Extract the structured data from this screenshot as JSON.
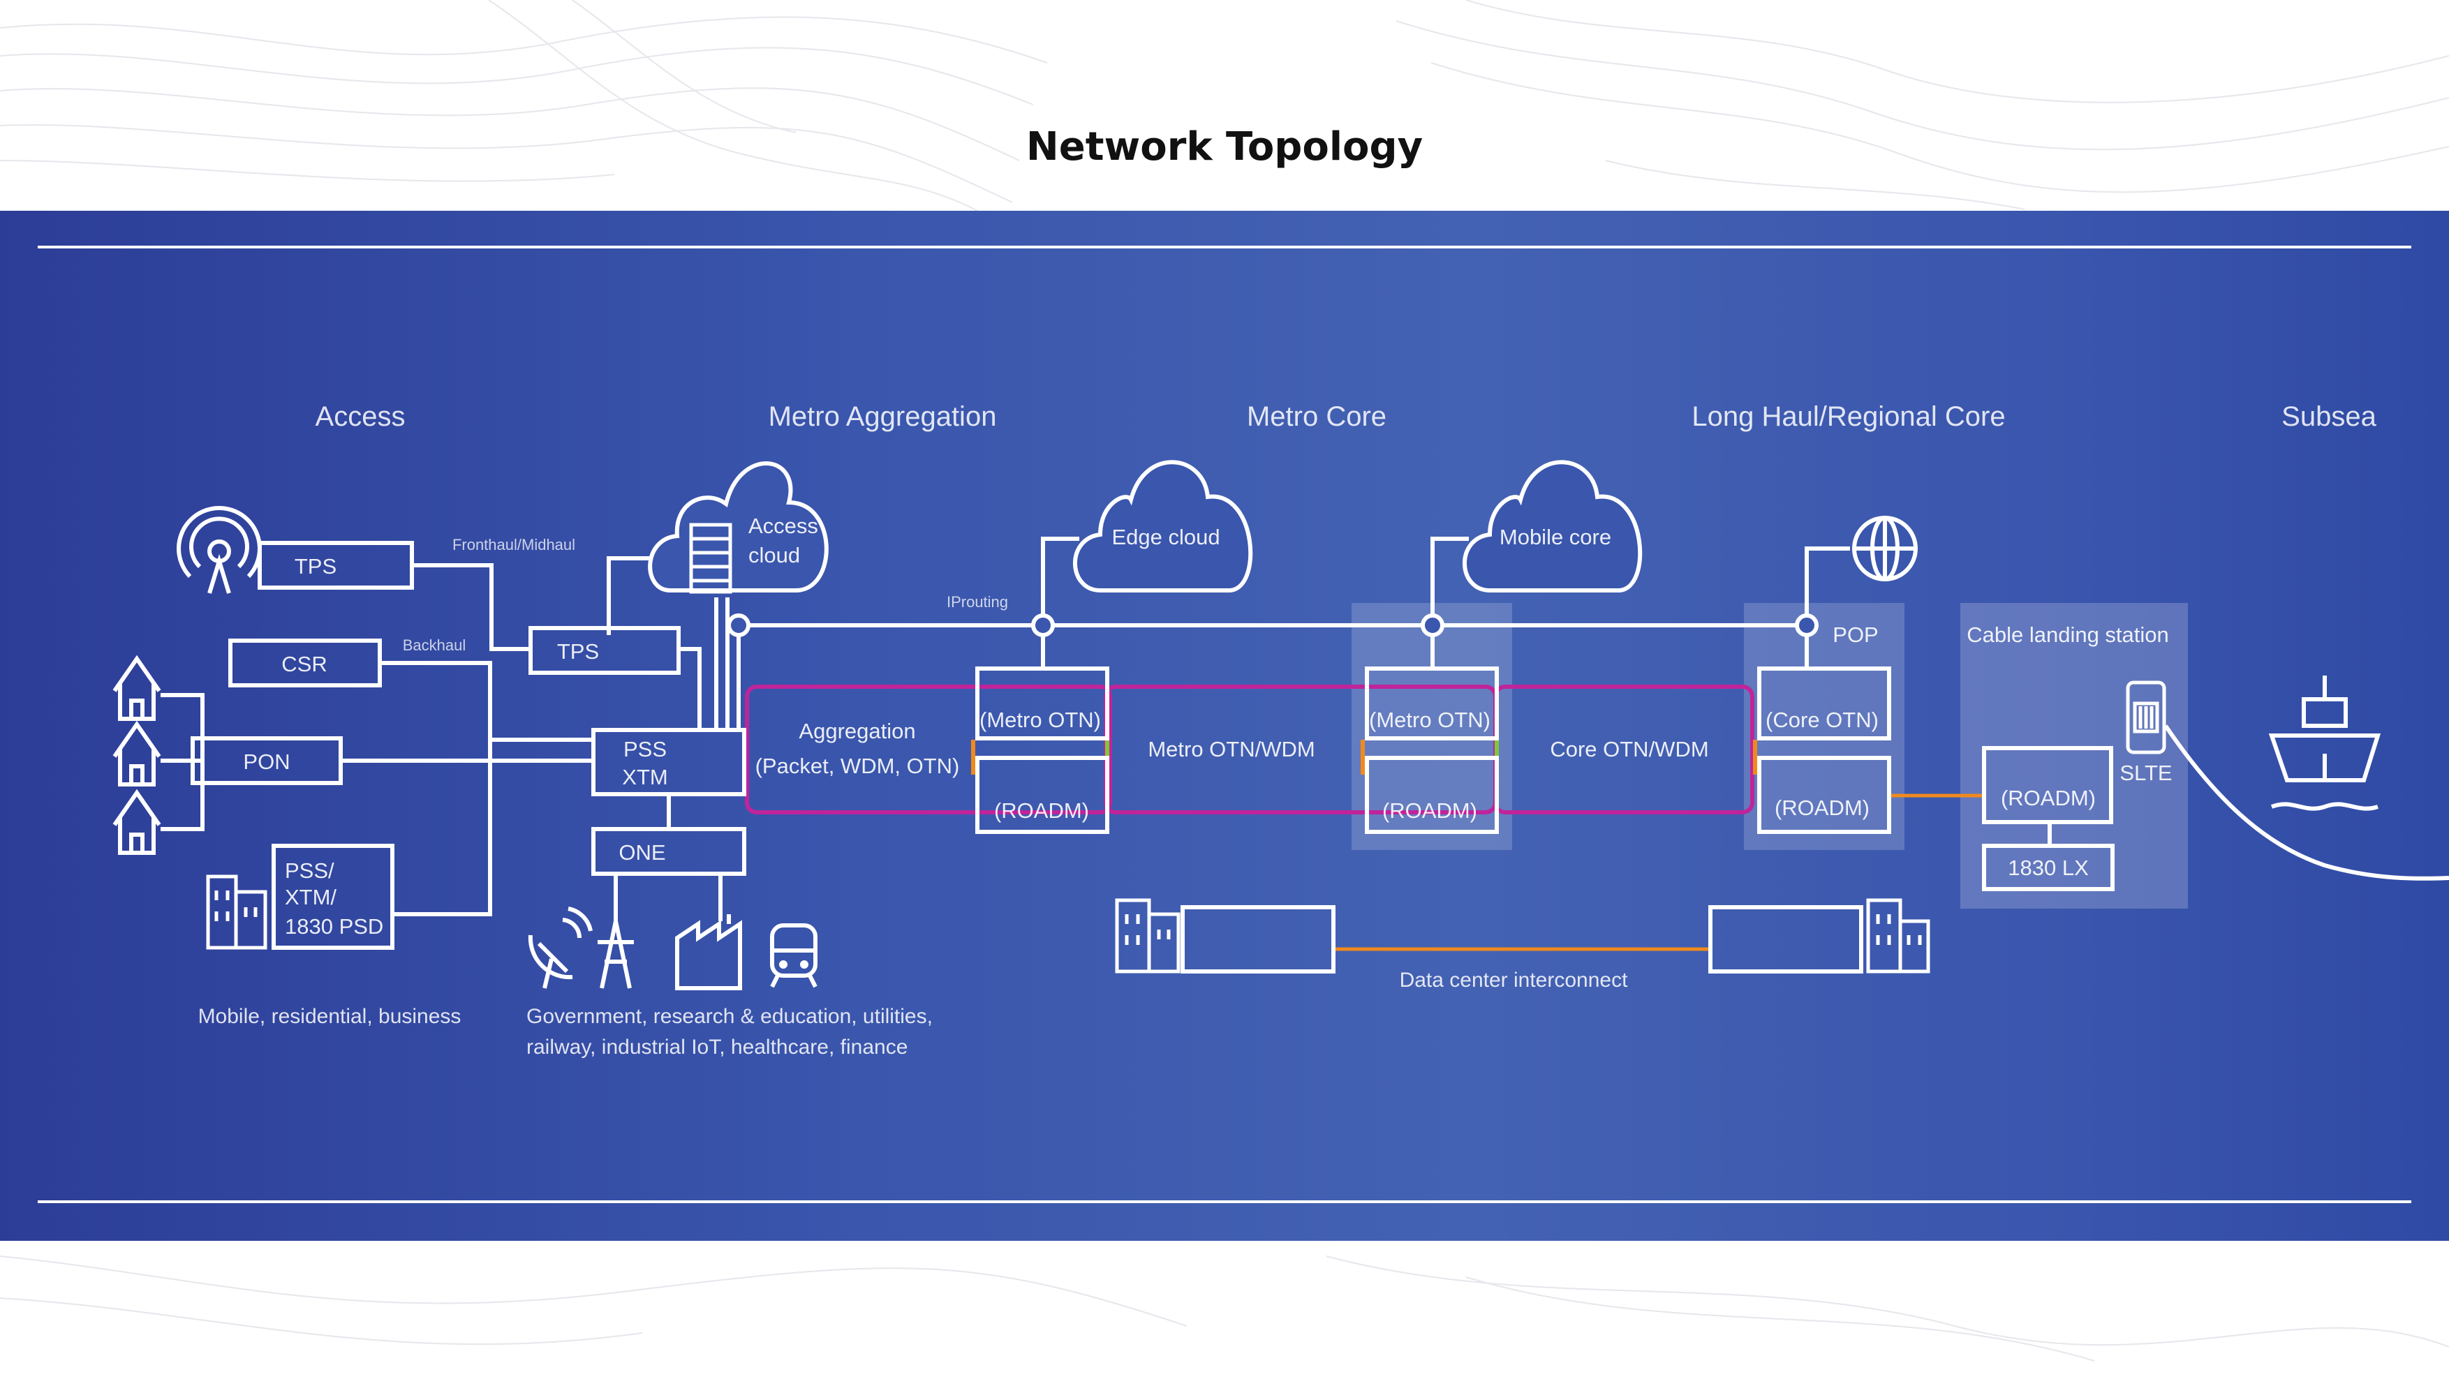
{
  "title": "Network Topology",
  "sections": {
    "access": "Access",
    "metro_aggregation": "Metro Aggregation",
    "metro_core": "Metro Core",
    "long_haul": "Long Haul/Regional Core",
    "subsea": "Subsea"
  },
  "nodes": {
    "tps_1": "TPS",
    "csr": "CSR",
    "pon": "PON",
    "pss_xtm_psd": [
      "PSS/",
      "XTM/",
      "1830 PSD"
    ],
    "tps_2": "TPS",
    "pss_xtm": [
      "PSS",
      "XTM"
    ],
    "one": "ONE",
    "access_cloud": [
      "Access",
      "cloud"
    ],
    "aggregation": [
      "Aggregation",
      "(Packet, WDM, OTN)"
    ],
    "metro_otn_1": "(Metro OTN)",
    "roadm_1": "(ROADM)",
    "edge_cloud": "Edge cloud",
    "metro_otn_wdm": "Metro OTN/WDM",
    "metro_otn_2": "(Metro OTN)",
    "roadm_2": "(ROADM)",
    "mobile_core": "Mobile core",
    "core_otn_wdm": "Core OTN/WDM",
    "pop": "POP",
    "core_otn": "(Core OTN)",
    "roadm_3": "(ROADM)",
    "cable_landing_station": "Cable landing station",
    "slte": "SLTE",
    "roadm_4": "(ROADM)",
    "lx_1830": "1830 LX"
  },
  "links": {
    "fronthaul": "Fronthaul/Midhaul",
    "backhaul": "Backhaul",
    "ip_routing": "IProuting",
    "dci": "Data center interconnect"
  },
  "captions": {
    "access_users": "Mobile, residential, business",
    "enterprise_line1": "Government, research & education, utilities,",
    "enterprise_line2": "railway, industrial IoT, healthcare, finance"
  },
  "colors": {
    "panel_blue": "#3a56ad",
    "line_white": "#ffffff",
    "link_magenta": "#c0249a",
    "link_orange": "#f08a1c"
  }
}
